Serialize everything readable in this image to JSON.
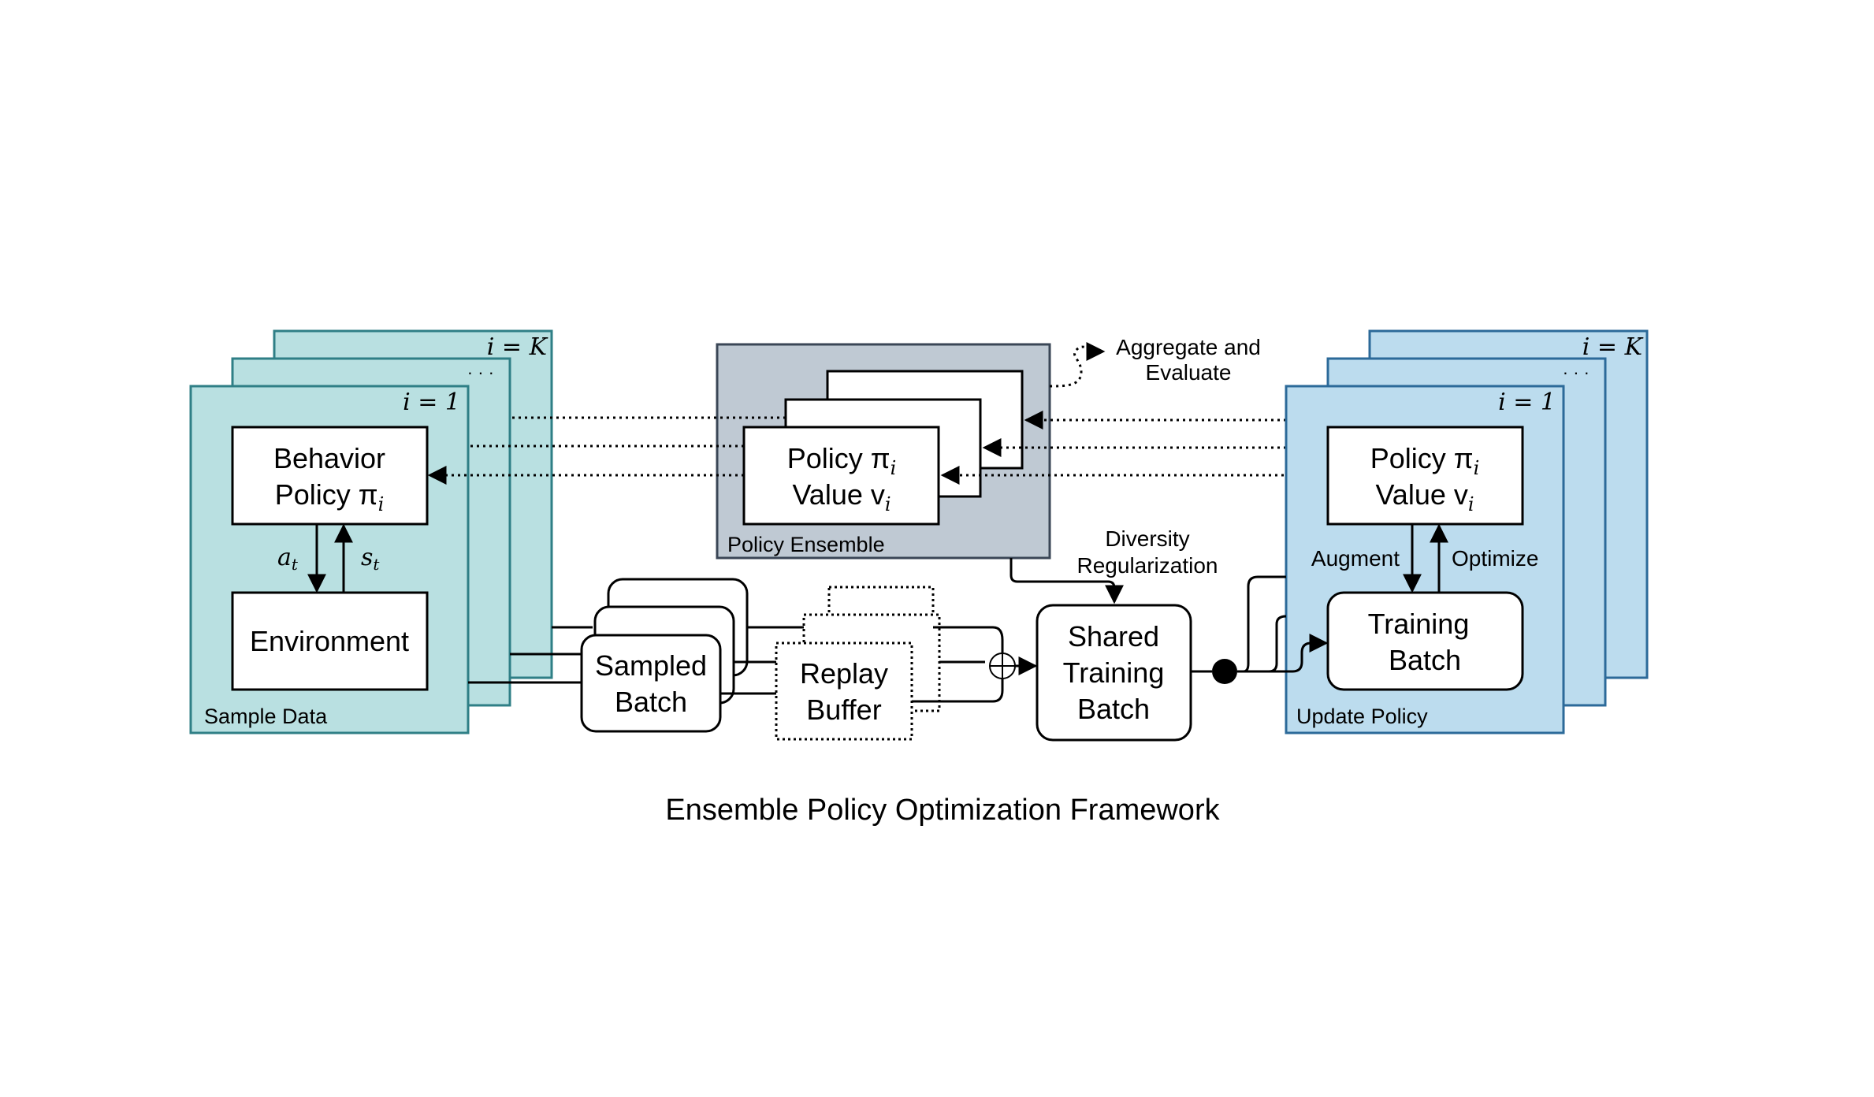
{
  "title": "Ensemble Policy Optimization Framework",
  "sample_panel": {
    "label": "Sample Data",
    "index_first": "i = 1",
    "index_dots": "· · ·",
    "index_last": "i = K",
    "behavior_line1": "Behavior",
    "behavior_line2": "Policy π",
    "behavior_sub": "i",
    "environment": "Environment",
    "action": "a",
    "action_sub": "t",
    "state": "s",
    "state_sub": "t"
  },
  "sampled_batch": {
    "line1": "Sampled",
    "line2": "Batch"
  },
  "replay_buffer": {
    "line1": "Replay",
    "line2": "Buffer"
  },
  "shared_batch": {
    "line1": "Shared",
    "line2": "Training",
    "line3": "Batch"
  },
  "ensemble": {
    "label": "Policy Ensemble",
    "policy_line": "Policy π",
    "policy_sub": "i",
    "value_line": "Value v",
    "value_sub": "i"
  },
  "aggregate": {
    "line1": "Aggregate and",
    "line2": "Evaluate"
  },
  "diversity": {
    "line1": "Diversity",
    "line2": "Regularization"
  },
  "update_panel": {
    "label": "Update Policy",
    "index_first": "i = 1",
    "index_dots": "· · ·",
    "index_last": "i = K",
    "policy_line": "Policy π",
    "policy_sub": "i",
    "value_line": "Value v",
    "value_sub": "i",
    "augment": "Augment",
    "optimize": "Optimize",
    "training_line1": "Training",
    "training_line2": "Batch"
  },
  "colors": {
    "sample_fill": "#b9e0e1",
    "sample_stroke": "#2f7f86",
    "update_fill": "#bcdcee",
    "update_stroke": "#2c6a99",
    "ensemble_fill": "#bfc9d3",
    "ensemble_stroke": "#3a4656"
  }
}
